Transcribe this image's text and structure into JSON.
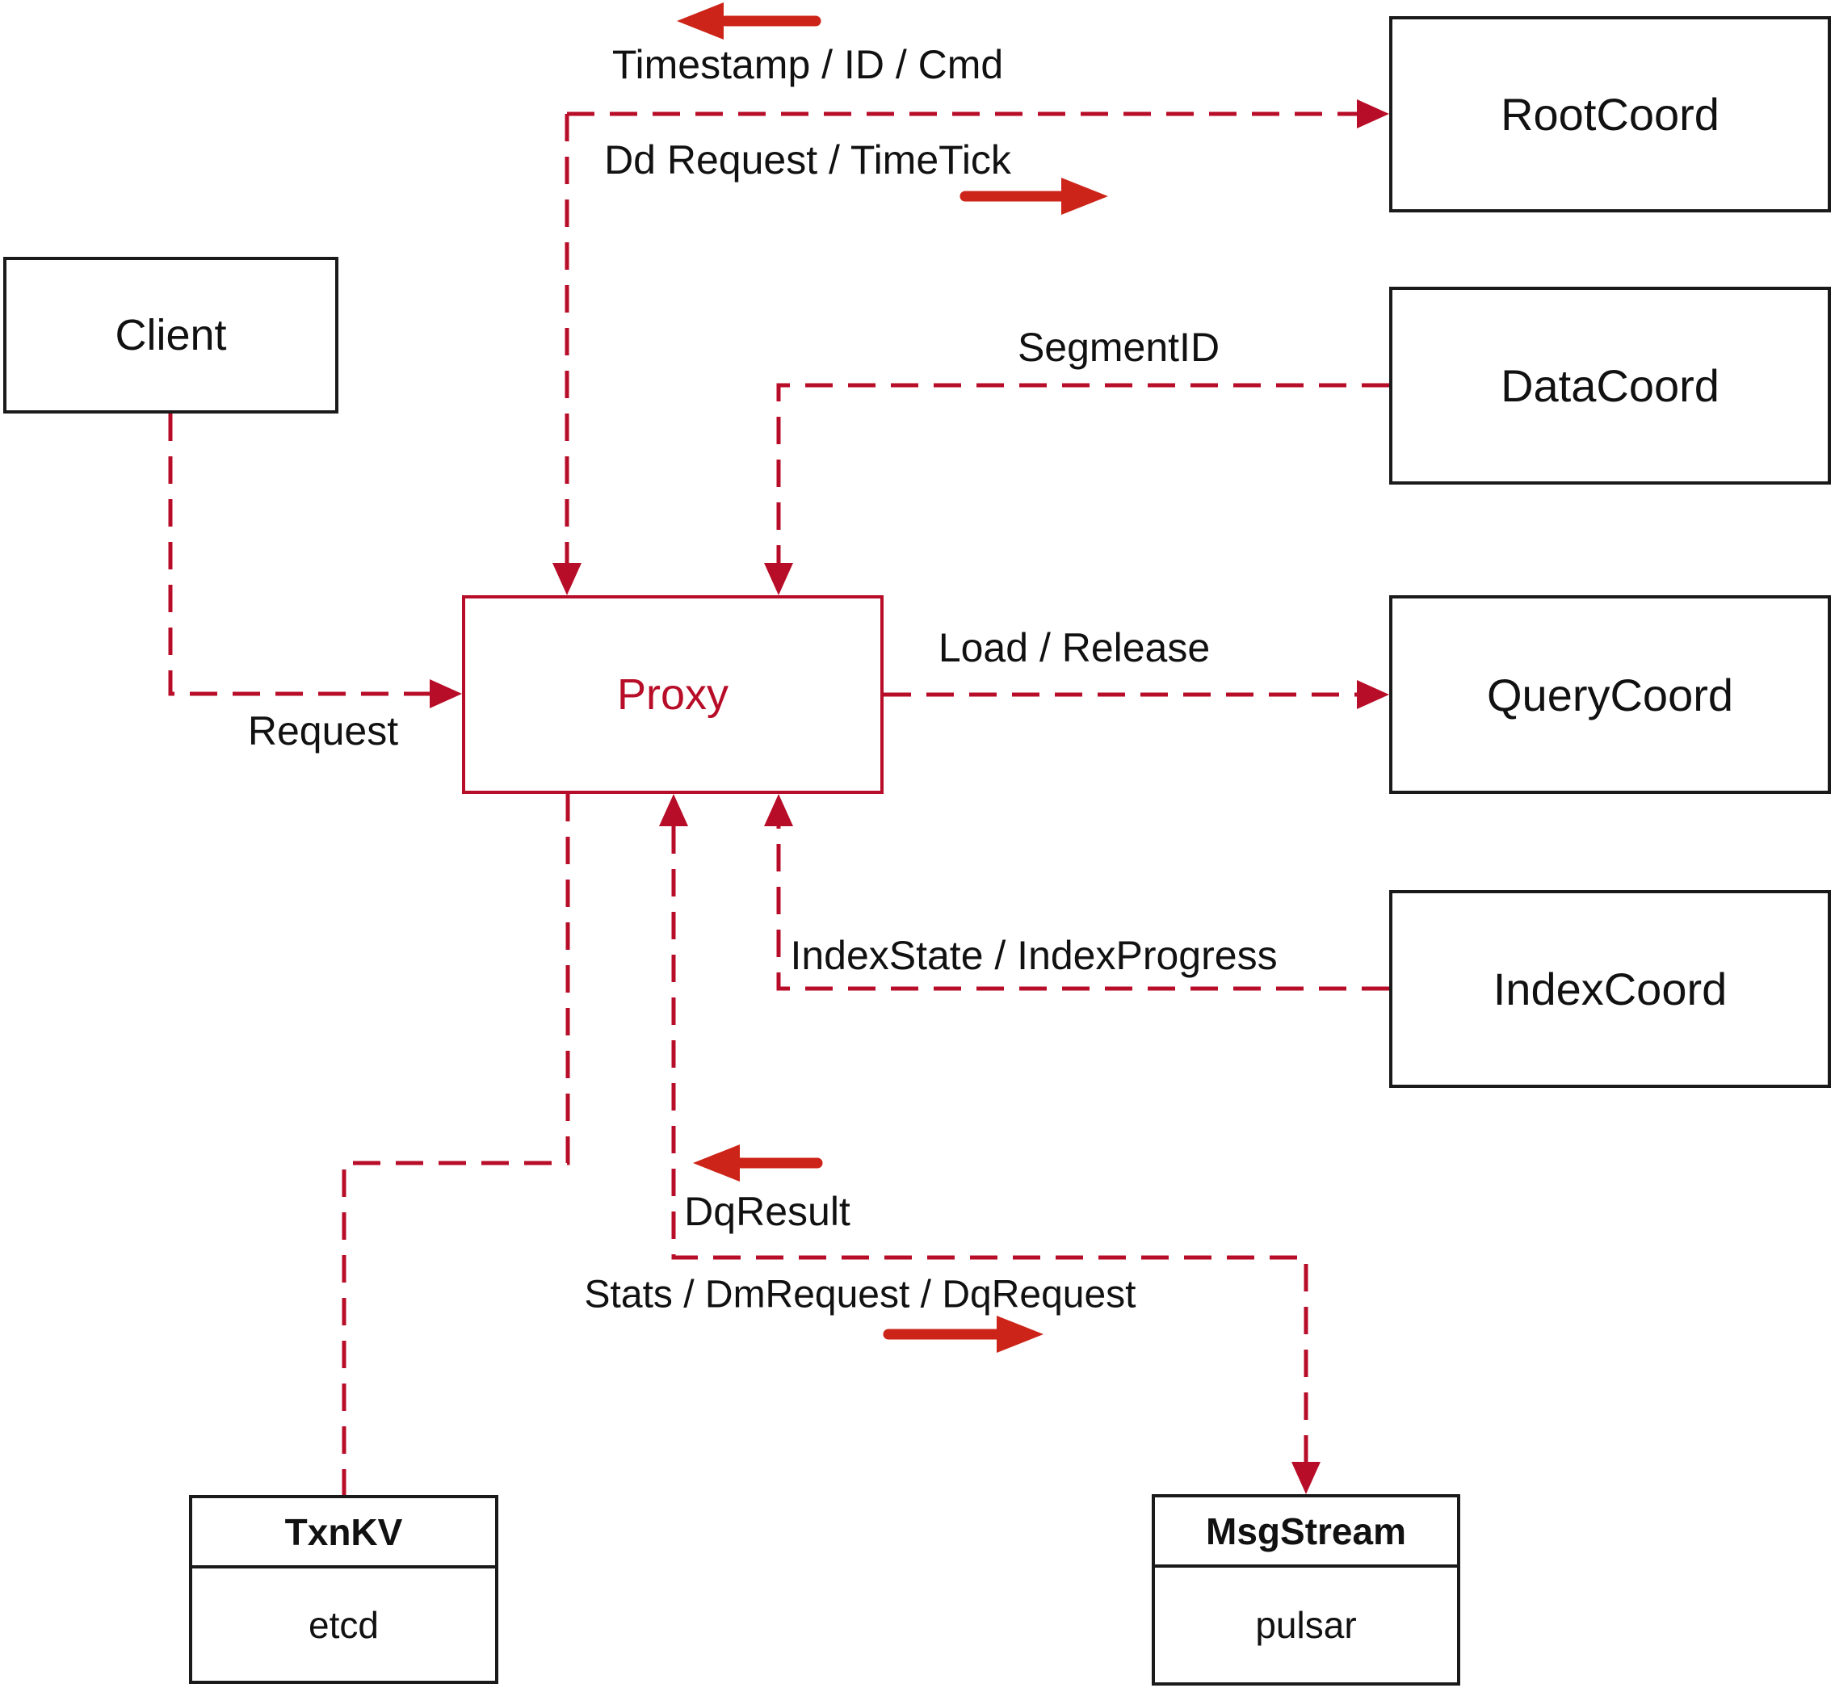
{
  "colors": {
    "line": "#b80d28",
    "arrow": "#cc2418",
    "box_border": "#1a1a1a",
    "text": "#111111",
    "background": "#ffffff"
  },
  "nodes": {
    "client": {
      "label": "Client"
    },
    "proxy": {
      "label": "Proxy"
    },
    "root_coord": {
      "label": "RootCoord"
    },
    "data_coord": {
      "label": "DataCoord"
    },
    "query_coord": {
      "label": "QueryCoord"
    },
    "index_coord": {
      "label": "IndexCoord"
    },
    "txn_kv": {
      "title": "TxnKV",
      "subtitle": "etcd"
    },
    "msg_stream": {
      "title": "MsgStream",
      "subtitle": "pulsar"
    }
  },
  "edge_labels": {
    "request": "Request",
    "timestamp_id_cmd": "Timestamp / ID / Cmd",
    "dd_request_timetick": "Dd Request / TimeTick",
    "segment_id": "SegmentID",
    "load_release": "Load / Release",
    "index_state_progress": "IndexState / IndexProgress",
    "dq_result": "DqResult",
    "stats_dm_dq_request": "Stats / DmRequest / DqRequest"
  }
}
